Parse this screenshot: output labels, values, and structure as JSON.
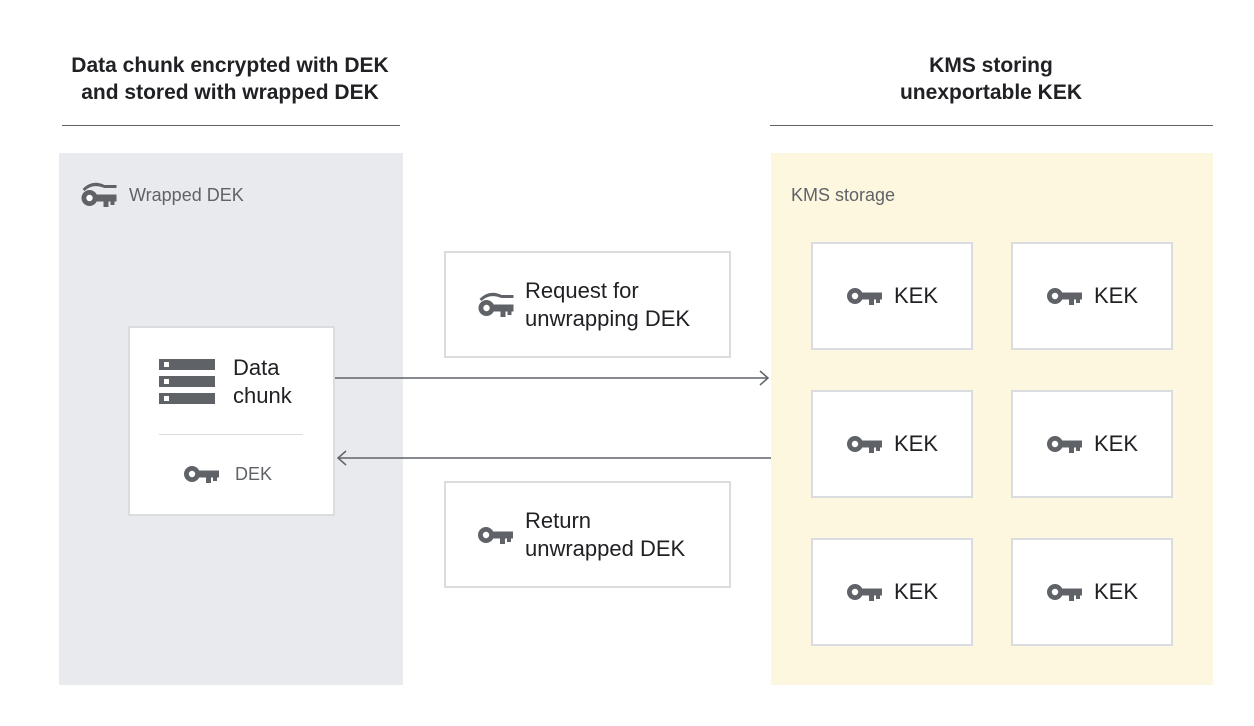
{
  "left": {
    "title_line1": "Data chunk encrypted with DEK",
    "title_line2": "and stored with wrapped DEK",
    "panel_label": "Wrapped DEK",
    "chunk_label_line1": "Data",
    "chunk_label_line2": "chunk",
    "dek_label": "DEK"
  },
  "right": {
    "title_line1": "KMS storing",
    "title_line2": "unexportable KEK",
    "panel_label": "KMS storage",
    "keks": [
      "KEK",
      "KEK",
      "KEK",
      "KEK",
      "KEK",
      "KEK"
    ]
  },
  "request": {
    "line1": "Request for",
    "line2": "unwrapping DEK"
  },
  "response": {
    "line1": "Return",
    "line2": "unwrapped DEK"
  },
  "colors": {
    "left_panel": "#e8eaed",
    "right_panel": "#fef7e0",
    "icon": "#5f6368"
  }
}
